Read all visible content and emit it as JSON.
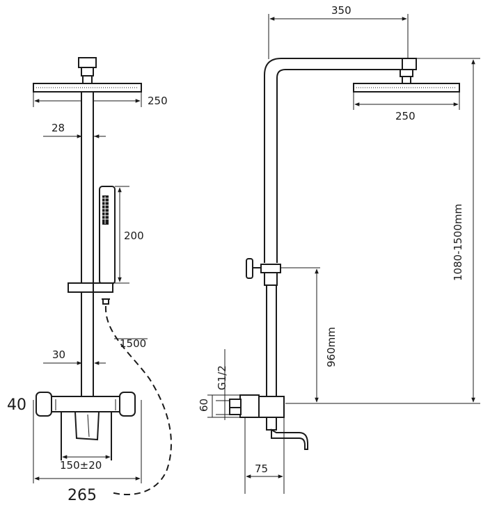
{
  "front_view": {
    "head_width": "250",
    "pipe_diameter": "28",
    "handset_length": "200",
    "hose_length": "1500",
    "lower_pipe_diameter": "30",
    "valve_height": "40",
    "center_distance": "150±20",
    "total_width": "265"
  },
  "side_view": {
    "arm_reach": "350",
    "head_width": "250",
    "height_range": "1080-1500mm",
    "slider_height": "960mm",
    "thread": "G1/2",
    "valve_height": "60",
    "wall_depth": "75"
  },
  "colors": {
    "line": "#1a1a1a",
    "background": "#ffffff"
  }
}
